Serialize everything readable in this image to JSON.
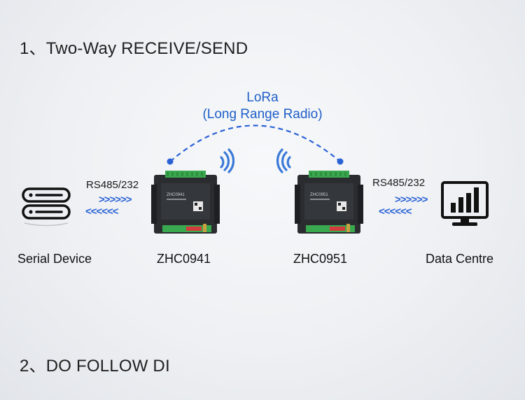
{
  "headings": {
    "section1": "1、Two-Way  RECEIVE/SEND",
    "section2": "2、DO FOLLOW DI"
  },
  "link": {
    "title": "LoRa",
    "subtitle": "(Long Range Radio)",
    "line_color": "#2a62d6"
  },
  "left_link": {
    "interface": "RS485/232",
    "send_arrows": ">>>>>>",
    "receive_arrows": "<<<<<<"
  },
  "right_link": {
    "interface": "RS485/232",
    "send_arrows": ">>>>>>",
    "receive_arrows": "<<<<<<"
  },
  "nodes": {
    "serial_device": {
      "label": "Serial Device",
      "icon": "server-icon"
    },
    "module_a": {
      "label": "ZHC0941",
      "icon": "io-module-icon",
      "panel_text": "ZHC0941"
    },
    "module_b": {
      "label": "ZHC0951",
      "icon": "io-module-icon",
      "panel_text": "ZHC0951"
    },
    "data_centre": {
      "label": "Data Centre",
      "icon": "monitor-chart-icon"
    }
  }
}
